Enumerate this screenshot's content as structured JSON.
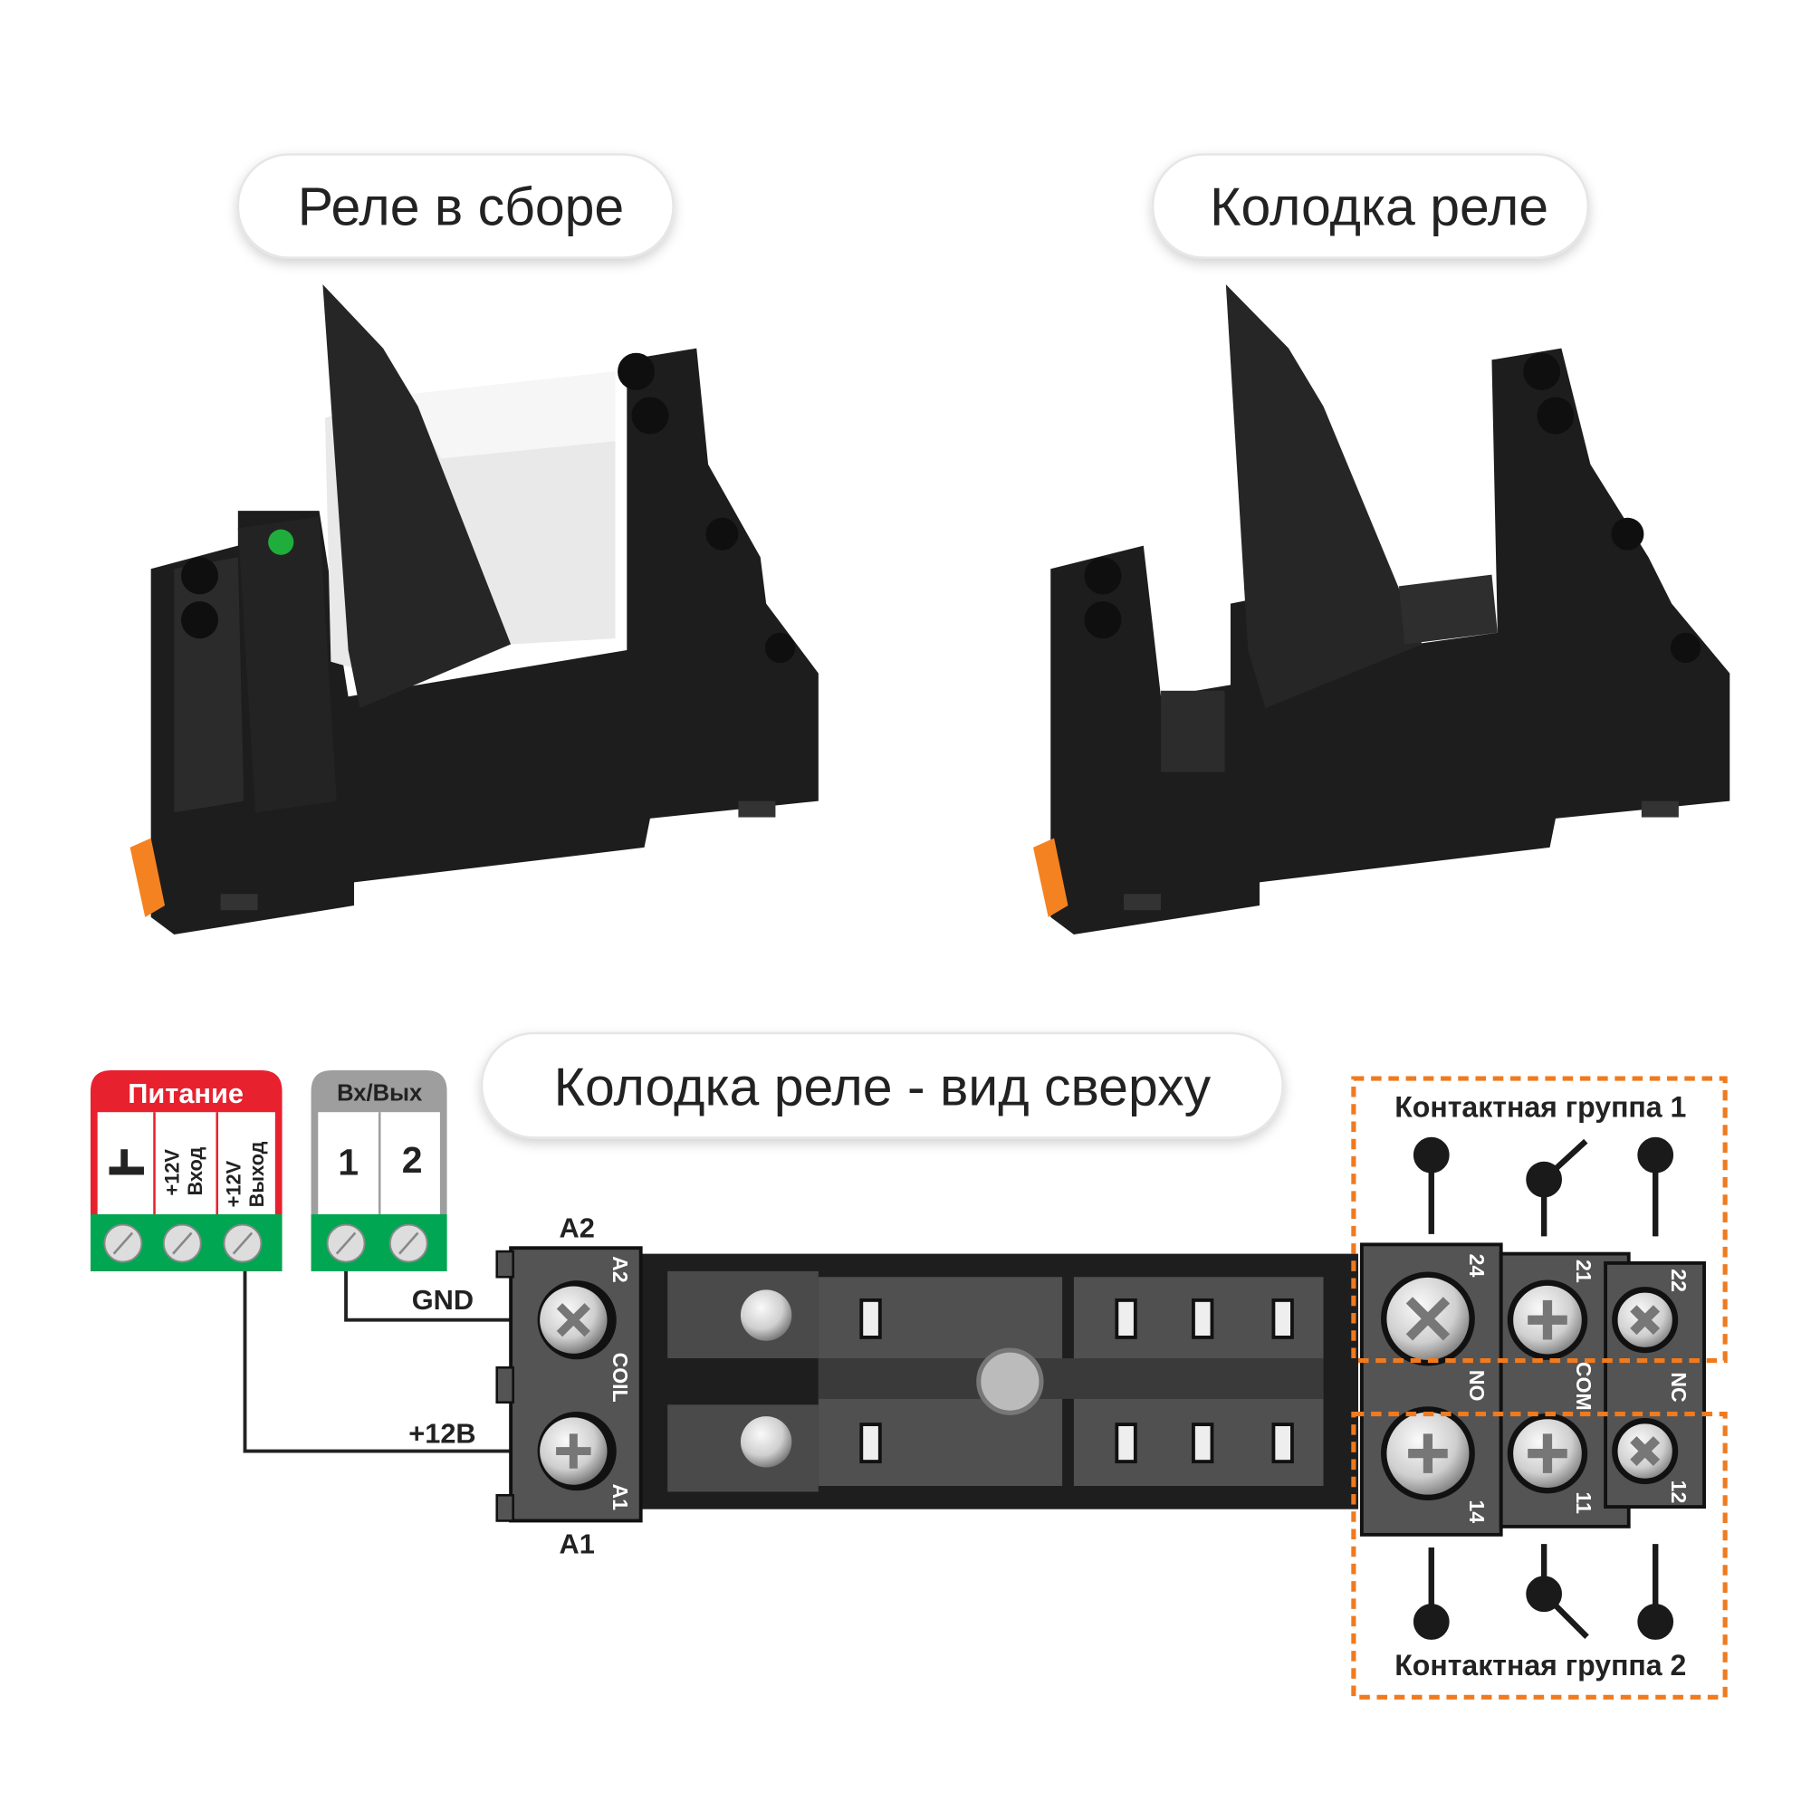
{
  "labels": {
    "assembled_relay": "Реле в сборе",
    "relay_socket": "Колодка реле",
    "socket_top_view": "Колодка реле - вид сверху"
  },
  "power_block": {
    "title": "Питание",
    "columns": [
      "⊥",
      "+12V Вход",
      "+12V Выход"
    ],
    "col1_line1": "+12V",
    "col1_line2": "Вход",
    "col2_line1": "+12V",
    "col2_line2": "Выход",
    "ground_symbol": "ground-icon",
    "color": "#e8212f"
  },
  "io_block": {
    "title": "Вх/Вых",
    "columns": [
      "1",
      "2"
    ],
    "color": "#9e9e9e"
  },
  "terminal_green": "#00a651",
  "wires": {
    "gnd": "GND",
    "plus12": "+12B"
  },
  "coil": {
    "top": "A2",
    "bottom": "A1",
    "top_inner": "A2",
    "bottom_inner": "A1",
    "name": "COIL"
  },
  "contacts": {
    "group1": "Контактная группа 1",
    "group2": "Контактная группа 2",
    "top": [
      "24",
      "21",
      "22"
    ],
    "middle": [
      "NO",
      "COM",
      "NC"
    ],
    "bottom": [
      "14",
      "11",
      "12"
    ],
    "box_color": "#f07a1e"
  },
  "led_color": "#1fae3c",
  "latch_color": "#f58220"
}
